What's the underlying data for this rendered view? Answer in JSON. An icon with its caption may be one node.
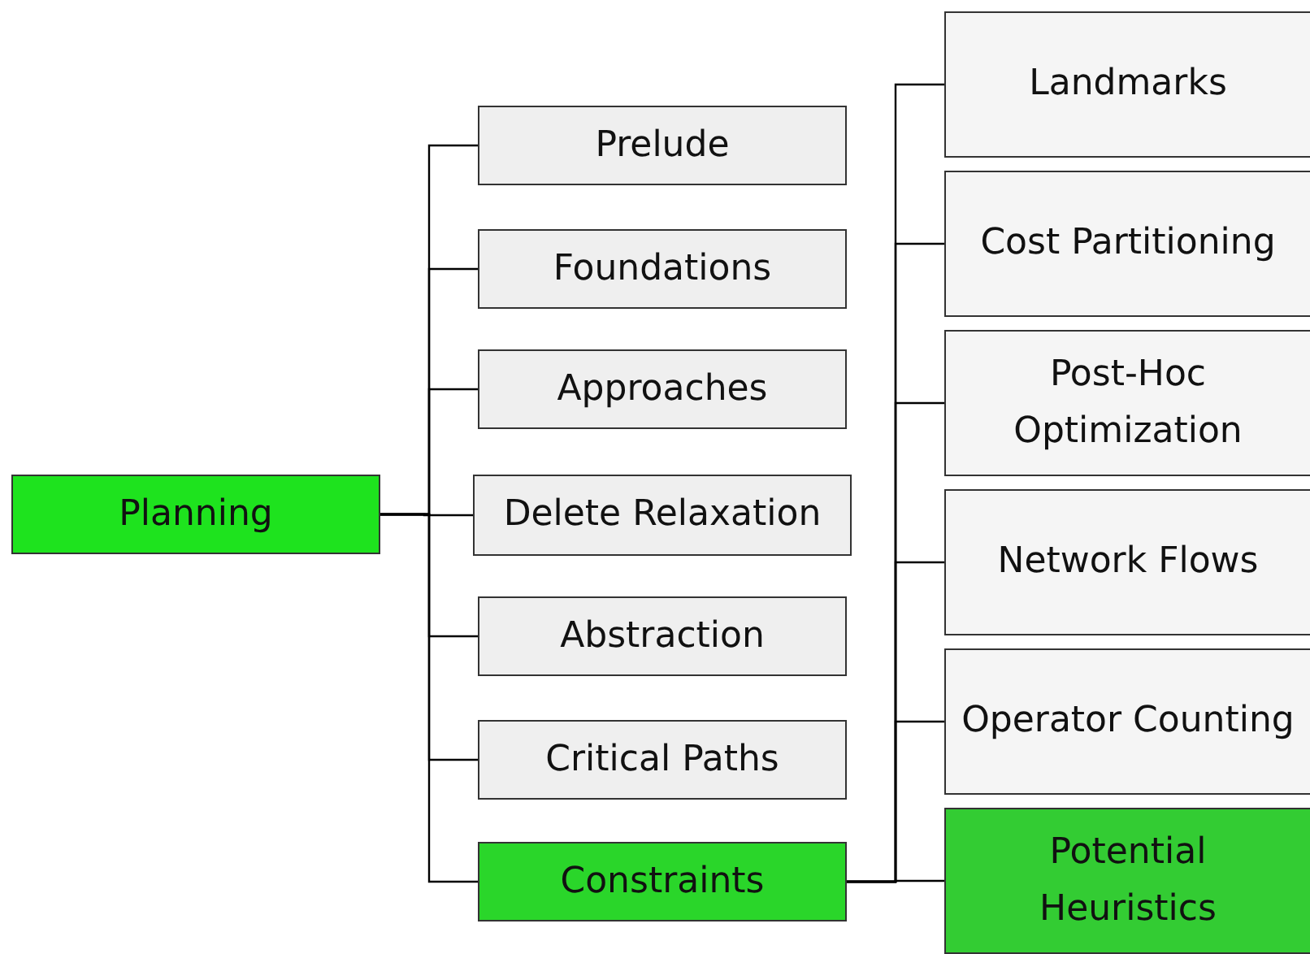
{
  "diagram": {
    "nodes": [
      {
        "text": [
          "Planning"
        ]
      },
      {
        "text": [
          "Prelude"
        ]
      },
      {
        "text": [
          "Foundations"
        ]
      },
      {
        "text": [
          "Approaches"
        ]
      },
      {
        "text": [
          "Delete Relaxation"
        ]
      },
      {
        "text": [
          "Abstraction"
        ]
      },
      {
        "text": [
          "Critical Paths"
        ]
      },
      {
        "text": [
          "Constraints"
        ]
      },
      {
        "text": [
          "Landmarks"
        ]
      },
      {
        "text": [
          "Cost Partitioning"
        ]
      },
      {
        "text": [
          "Post-Hoc Optimization"
        ]
      },
      {
        "text": [
          "Network Flows"
        ]
      },
      {
        "text": [
          "Operator Counting"
        ]
      },
      {
        "text": [
          "Potential Heuristics"
        ]
      }
    ],
    "edges": [
      {
        "from": 0,
        "to": 1,
        "arrow": "none"
      },
      {
        "from": 0,
        "to": 2,
        "arrow": "none"
      },
      {
        "from": 0,
        "to": 3,
        "arrow": "none"
      },
      {
        "from": 0,
        "to": 4,
        "arrow": "none"
      },
      {
        "from": 0,
        "to": 5,
        "arrow": "none"
      },
      {
        "from": 0,
        "to": 6,
        "arrow": "none"
      },
      {
        "from": 0,
        "to": 7,
        "arrow": "none"
      },
      {
        "from": 7,
        "to": 8,
        "arrow": "none"
      },
      {
        "from": 7,
        "to": 9,
        "arrow": "none"
      },
      {
        "from": 7,
        "to": 10,
        "arrow": "none"
      },
      {
        "from": 7,
        "to": 11,
        "arrow": "none"
      },
      {
        "from": 7,
        "to": 12,
        "arrow": "none"
      },
      {
        "from": 7,
        "to": 13,
        "arrow": "none"
      }
    ]
  }
}
